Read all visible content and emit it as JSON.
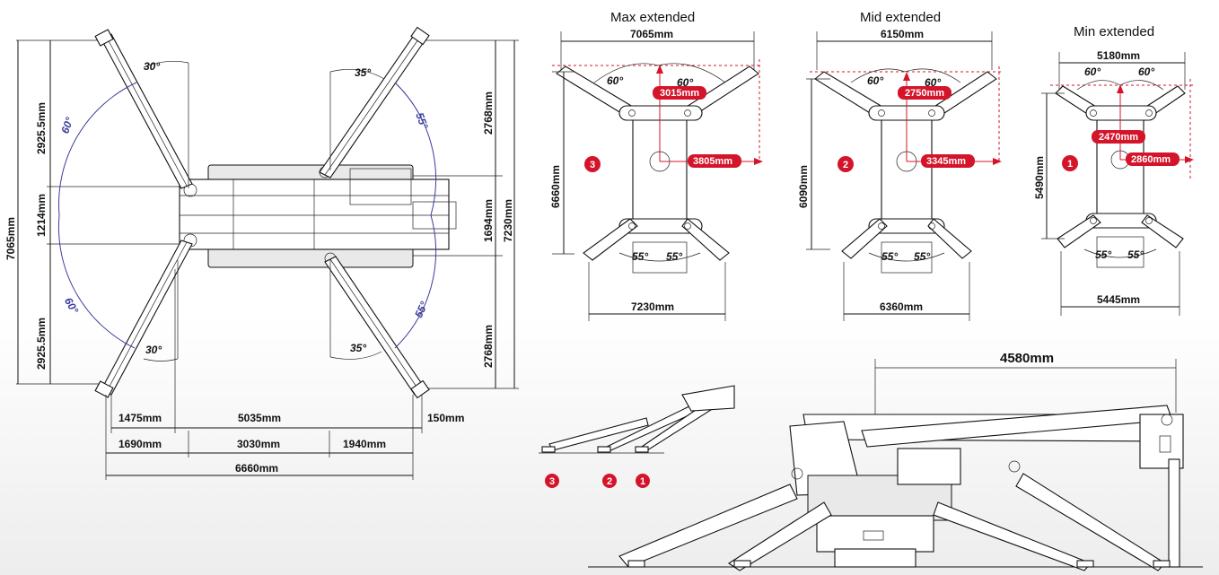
{
  "plan_view": {
    "angles": {
      "top_left_30": "30°",
      "top_right_35": "35°",
      "bottom_left_30": "30°",
      "bottom_right_35": "35°",
      "blue_left_top": "60°",
      "blue_left_bottom": "60°",
      "blue_right_top": "55°",
      "blue_right_bottom": "55°"
    },
    "left_dims": {
      "overall": "7065mm",
      "upper": "2925.5mm",
      "middle": "1214mm",
      "lower": "2925.5mm"
    },
    "right_dims": {
      "upper": "2768mm",
      "middle": "1694mm",
      "overall": "7230mm",
      "lower": "2768mm"
    },
    "bottom_dims": {
      "row1_a": "1475mm",
      "row1_b": "5035mm",
      "row1_c": "150mm",
      "row2_a": "1690mm",
      "row2_b": "3030mm",
      "row2_c": "1940mm",
      "row3": "6660mm"
    }
  },
  "configs": [
    {
      "title": "Max extended",
      "top_width": "7065mm",
      "height": "6660mm",
      "bottom_width": "7230mm",
      "reach_v": "3015mm",
      "reach_h": "3805mm",
      "angle_top_l": "60°",
      "angle_top_r": "60°",
      "angle_bot_l": "55°",
      "angle_bot_r": "55°",
      "badge": "3"
    },
    {
      "title": "Mid extended",
      "top_width": "6150mm",
      "height": "6090mm",
      "bottom_width": "6360mm",
      "reach_v": "2750mm",
      "reach_h": "3345mm",
      "angle_top_l": "60°",
      "angle_top_r": "60°",
      "angle_bot_l": "55°",
      "angle_bot_r": "55°",
      "badge": "2"
    },
    {
      "title": "Min extended",
      "top_width": "5180mm",
      "height": "5490mm",
      "bottom_width": "5445mm",
      "reach_v": "2470mm",
      "reach_h": "2860mm",
      "angle_top_l": "60°",
      "angle_top_r": "60°",
      "angle_bot_l": "55°",
      "angle_bot_r": "55°",
      "badge": "1"
    }
  ],
  "side_view": {
    "width": "4580mm",
    "badges": [
      "3",
      "2",
      "1"
    ]
  },
  "colors": {
    "accent_red": "#d4142a",
    "angle_blue": "#3c3c9c"
  }
}
